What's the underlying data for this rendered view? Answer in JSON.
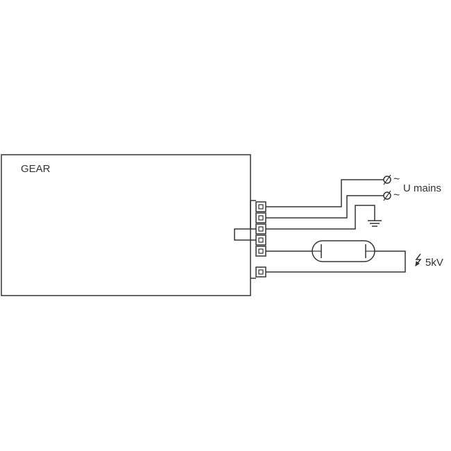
{
  "gear": {
    "label": "GEAR"
  },
  "mains": {
    "symbol": "~",
    "label": "U mains"
  },
  "ignition": {
    "label": "5kV"
  },
  "colors": {
    "stroke": "#333333",
    "background": "#ffffff"
  }
}
